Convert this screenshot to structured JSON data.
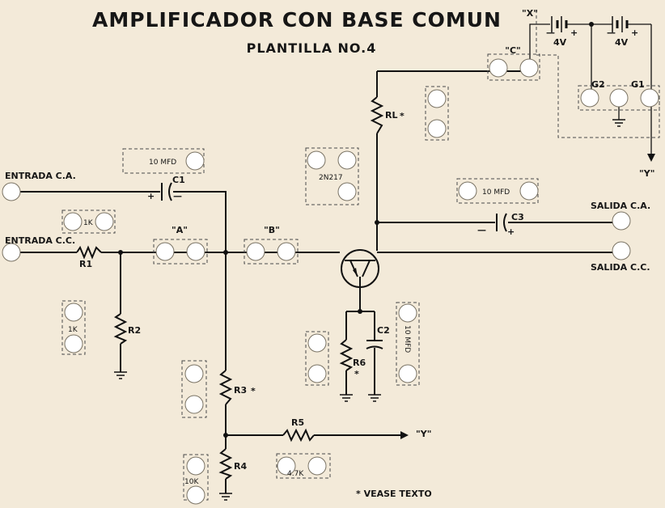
{
  "title": "AMPLIFICADOR CON BASE COMUN",
  "subtitle": "PLANTILLA NO.4",
  "footnote": "* VEASE TEXTO",
  "inputs": {
    "ac": "ENTRADA C.A.",
    "dc": "ENTRADA C.C."
  },
  "outputs": {
    "ac": "SALIDA C.A.",
    "dc": "SALIDA C.C."
  },
  "resistors": {
    "r1": "R1",
    "r2": "R2",
    "r3": "R3",
    "r3_star": "*",
    "r4": "R4",
    "r5": "R5",
    "r6": "R6",
    "r6_star": "*",
    "rl": "RL",
    "rl_star": "*"
  },
  "capacitors": {
    "c1": "C1",
    "c2": "C2",
    "c3": "C3"
  },
  "polarity": {
    "plus": "+",
    "minus": "—"
  },
  "sockets": {
    "a": "\"A\"",
    "b": "\"B\"",
    "c": "\"C\"",
    "x": "\"X\""
  },
  "arrows": {
    "y": "\"Y\""
  },
  "component_values": {
    "c_10mfd": "10 MFD",
    "r_1k": "1K",
    "transistor": "2N217",
    "c_10mfd_b": "10 MFD",
    "r_1k_b": "1K",
    "c_10mfd_v": "10 MFD",
    "r_10k": "10K",
    "r_4_7k": "4.7K"
  },
  "battery": {
    "left": "4V",
    "right": "4V",
    "g1": "G1",
    "g2": "G2"
  }
}
